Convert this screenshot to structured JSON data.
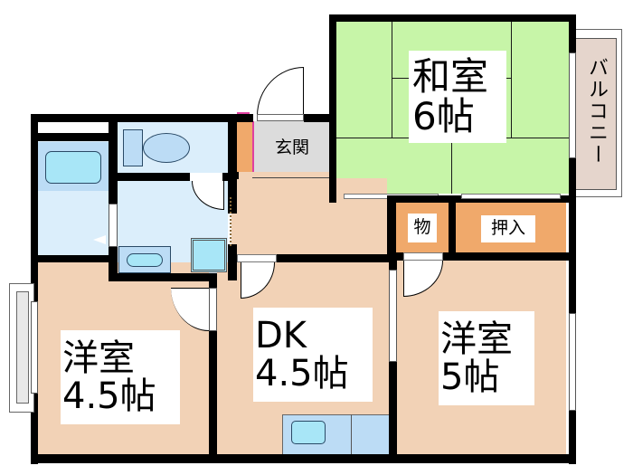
{
  "floorplan": {
    "rooms": {
      "washitsu": {
        "name": "和室",
        "size": "6帖",
        "color": "#c7f5a8"
      },
      "balcony": {
        "name": "バルコニー",
        "color": "#e5d5cc"
      },
      "genkan": {
        "name": "玄関",
        "color": "#dcdcdc"
      },
      "mono": {
        "name": "物",
        "color": "#f0a96b"
      },
      "oshiire": {
        "name": "押入",
        "color": "#f0a96b"
      },
      "youshitsu_left": {
        "name": "洋室",
        "size": "4.5帖",
        "color": "#f2d2b6"
      },
      "dk": {
        "name": "DK",
        "size": "4.5帖",
        "color": "#f2d2b6"
      },
      "youshitsu_right": {
        "name": "洋室",
        "size": "5帖",
        "color": "#f2d2b6"
      },
      "corridor": {
        "color": "#f2d2b6"
      },
      "bath": {
        "color": "#dbeefb"
      },
      "toilet": {
        "color": "#dbeefb"
      },
      "washroom": {
        "color": "#dbeefb"
      }
    },
    "colors": {
      "wall": "#000000",
      "fixture_fill": "#a8e6f7",
      "fixture_dark": "#bcdcf5",
      "shoe_closet": "#f0a96b",
      "accent_pink": "#e040a0"
    }
  }
}
